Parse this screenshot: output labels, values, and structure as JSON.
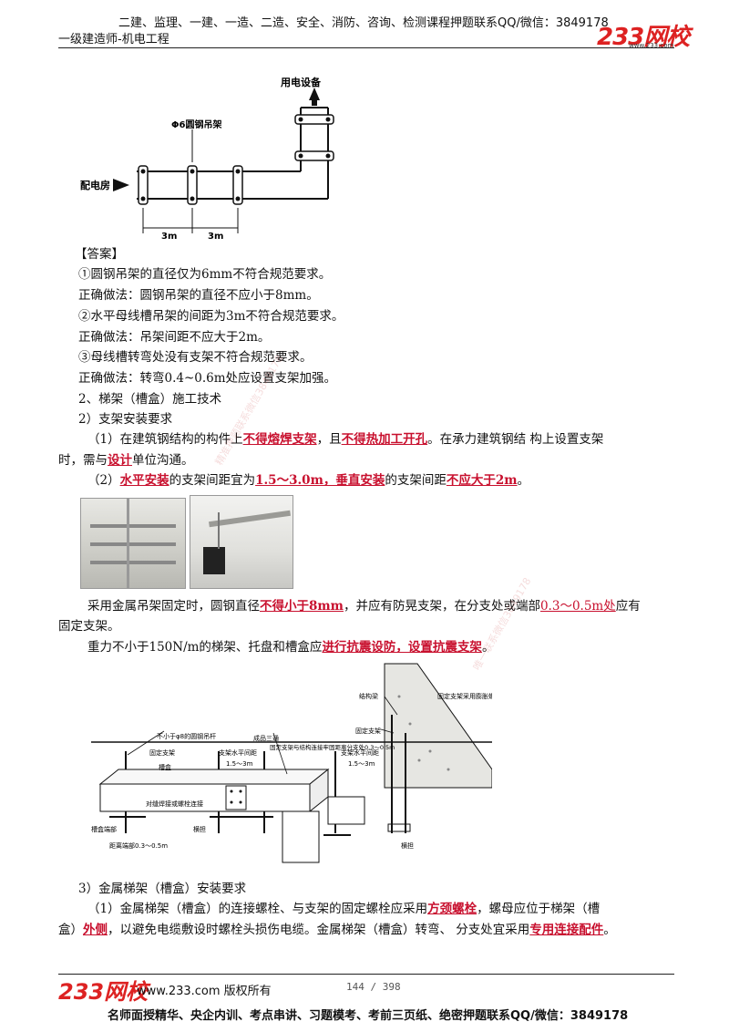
{
  "header": {
    "top_line": "二建、监理、一建、一造、二造、安全、消防、咨询、检测课程押题联系QQ/微信：3849178",
    "subtitle": "一级建造师-机电工程",
    "logo": "233网校",
    "logo_url": "www.233.com"
  },
  "diagram1": {
    "label_equipment": "用电设备",
    "label_hanger": "Φ6圆钢吊架",
    "label_room": "配电房",
    "dim1": "3m",
    "dim2": "3m"
  },
  "answer": {
    "title": "【答案】",
    "lines": [
      "①圆钢吊架的直径仅为6mm不符合规范要求。",
      "正确做法：圆钢吊架的直径不应小于8mm。",
      "②水平母线槽吊架的间距为3m不符合规范要求。",
      "正确做法：吊架间距不应大于2m。",
      "③母线槽转弯处没有支架不符合规范要求。",
      "正确做法：转弯0.4~0.6m处应设置支架加强。"
    ]
  },
  "section2": {
    "heading": "2、梯架（槽盒）施工技术",
    "sub": "2）支架安装要求",
    "p1_a": "（1）在建筑钢结构的构件上",
    "p1_r1": "不得熔焊支架",
    "p1_b": "，且",
    "p1_r2": "不得热加工开孔",
    "p1_c": "。在承力建筑钢结 构上设置支架",
    "p1_d": "时，需与",
    "p1_r3": "设计",
    "p1_e": "单位沟通。",
    "p2_a": "（2）",
    "p2_r1": "水平安装",
    "p2_b": "的支架间距宜为",
    "p2_r2": "1.5～3.0m，垂直安装",
    "p2_c": "的支架间距",
    "p2_r3": "不应大于2m",
    "p2_d": "。",
    "p3_a": "采用金属吊架固定时，圆钢直径",
    "p3_r1": "不得小于8mm",
    "p3_b": "，并应有防晃支架，在分支处或端部",
    "p3_r2": "0.3～0.5m处",
    "p3_c": "应有",
    "p3_d": "固定支架。",
    "p4_a": "重力不小于150N/m的梯架、托盘和槽盒应",
    "p4_r1": "进行抗震设防，设置抗震支架",
    "p4_b": "。"
  },
  "diagram2": {
    "beam": "结构梁",
    "fixed_bracket_bolt": "固定支架采用膨胀螺栓与结构梁固定牢固",
    "fixed_bracket": "固定支架",
    "rod": "不小于φ8的圆钢吊杆",
    "rod_fixed": "固定支架",
    "tray": "槽盒",
    "spacing1": "支架水平间距",
    "spacing1_val": "1.5～3m",
    "tee": "成品三通",
    "tee_note": "固定支架与结构连接牢固距离分支处0.3～0.5m",
    "spacing2": "支架水平间距",
    "spacing2_val": "1.5～3m",
    "joint": "对缝焊接或螺栓连接",
    "end": "槽盒端部",
    "crossarm": "横担",
    "crossarm2": "横担",
    "end_dist": "距离端部0.3～0.5m"
  },
  "section3": {
    "heading": "3）金属梯架（槽盒）安装要求",
    "q1_a": "（1）金属梯架（槽盒）的连接螺栓、与支架的固定螺栓应采用",
    "q1_r1": "方颈螺栓",
    "q1_b": "，螺母应位于梯架（槽",
    "q1_c": "盒）",
    "q1_r2": "外侧",
    "q1_d": "，以避免电缆敷设时螺栓头损伤电缆。金属梯架（槽盒）转弯、 分支处宜采用",
    "q1_r3": "专用连接配件",
    "q1_e": "。"
  },
  "footer": {
    "logo": "233网校",
    "url": "www.233.com 版权所有",
    "page": "144 / 398",
    "bottom_line": "名师面授精华、央企内训、考点串讲、习题模考、考前三页纸、绝密押题联系QQ/微信：3849178"
  },
  "watermark": {
    "text1": "精准押题联系微信3849178",
    "text2": "唯一联系微信3849178"
  }
}
